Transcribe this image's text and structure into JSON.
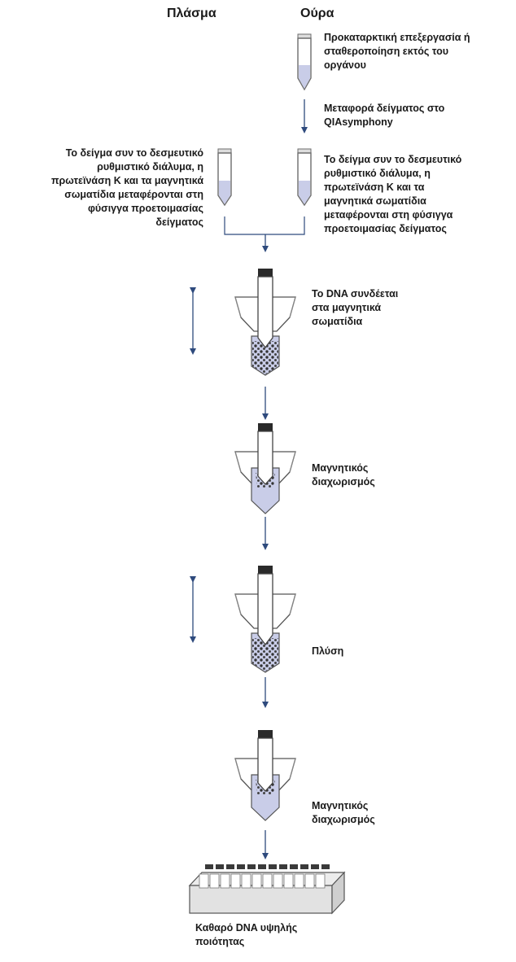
{
  "headers": {
    "plasma": "Πλάσμα",
    "urine": "Ούρα"
  },
  "steps": {
    "pretreatment": "Προκαταρκτική επεξεργασία ή\nσταθεροποίηση εκτός του\nοργάνου",
    "transfer": "Μεταφορά δείγματος στο\nQIAsymphony",
    "plasma_mix": "Το δείγμα συν το δεσμευτικό\nρυθμιστικό διάλυμα, η\nπρωτεϊνάση K και τα μαγνητικά\nσωματίδια μεταφέρονται στη\nφύσιγγα προετοιμασίας\nδείγματος",
    "urine_mix": "Το δείγμα συν το δεσμευτικό\nρυθμιστικό διάλυμα, η\nπρωτεϊνάση K και τα\nμαγνητικά σωματίδια\nμεταφέρονται στη φύσιγγα\nπροετοιμασίας δείγματος",
    "bind": "Το DNA συνδέεται\nστα μαγνητικά\nσωματίδια",
    "separation1": "Μαγνητικός\nδιαχωρισμός",
    "lysis": "Πλύση",
    "separation2": "Μαγνητικός\nδιαχωρισμός",
    "final": "Καθαρό DNA υψηλής\nποιότητας"
  },
  "colors": {
    "arrow": "#2e4a7d",
    "liquid": "#c9cde8",
    "tube_outline": "#6d6d6d",
    "cap": "#2a2a2a"
  }
}
